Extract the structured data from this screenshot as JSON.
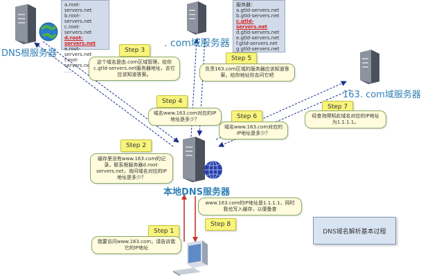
{
  "servers": {
    "root": {
      "label": "DNS根服务器",
      "icon": "server-globe-icon"
    },
    "com": {
      "label": ". com域服务器",
      "icon": "server-icon"
    },
    "com163": {
      "label": "163. com域服务器",
      "icon": "server-icon"
    },
    "local": {
      "label": "本地DNS服务器",
      "icon": "server-globe-icon"
    },
    "client": {
      "icon": "computer-icon"
    }
  },
  "root_servers_list": [
    "a.root-servers.net",
    "b.root-servers.net",
    "c.root-servers.net",
    "d.root-servers.net",
    "e.root-servers.net",
    "f.root-servers.net",
    ". . ."
  ],
  "root_servers_highlight": 3,
  "com_servers_list": {
    "title": "服务器：",
    "items": [
      "a.gtld-servers.net",
      "b.gtld-servers.net",
      "c.gtld-servers.net",
      "d.gtld-servers.net",
      "e.gtld-servers.net",
      "f.gtld-servers.net",
      "g.gtld-servers.net"
    ],
    "highlight": 2
  },
  "steps": {
    "s1": {
      "label": "Step 1",
      "note": "我要访问www.163.com，请告诉我它的IP地址"
    },
    "s2": {
      "label": "Step 2",
      "note": "缓存里没有www.163.com的记录，联系根服务器d.root-servers.net，询问域名对应的IP地址是多少？"
    },
    "s3": {
      "label": "Step 3",
      "note": "这个域名是由.com区域管理，给你c.gtld-servers.net服务器地址，去它应该知道答案。"
    },
    "s4": {
      "label": "Step 4",
      "note": "域名www.163.com对应的IP地址是多少？"
    },
    "s5": {
      "label": "Step 5",
      "note": "负责163.com区域的服务器应该知道答案，给你地址你去问它吧"
    },
    "s6": {
      "label": "Step 6",
      "note": "域名www.163.com对应的IP地址是多少？"
    },
    "s7": {
      "label": "Step 7",
      "note": "经查询得知此域名对应的IP地址为1.1.1.1。"
    },
    "s8": {
      "label": "Step 8",
      "note": "www.163.com的IP地址是1.1.1.1，同时我也写入缓存，以便备查"
    }
  },
  "caption": "DNS域名解析基本过程",
  "colors": {
    "step_bg": "#f8f47c",
    "note_bg": "#fffbdc",
    "label_blue": "#2f7fb5",
    "caption_bg": "#d9e4f2",
    "arrow_blue": "#1a2f8a",
    "arrow_red": "#c0392b"
  }
}
